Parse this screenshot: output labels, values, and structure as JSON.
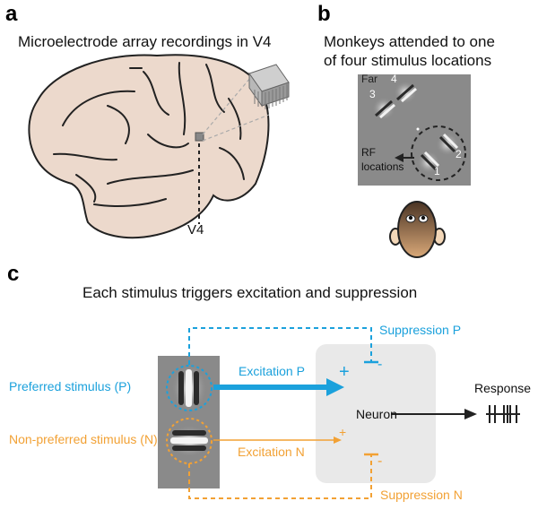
{
  "panel_a": {
    "letter": "a",
    "title": "Microelectrode array recordings in V4",
    "area_label": "V4"
  },
  "panel_b": {
    "letter": "b",
    "title_line1": "Monkeys attended to one",
    "title_line2": "of four stimulus locations",
    "far_label": "Far",
    "location_numbers": [
      "1",
      "2",
      "3",
      "4"
    ],
    "rf_label_line1": "RF",
    "rf_label_line2": "locations"
  },
  "panel_c": {
    "letter": "c",
    "title": "Each stimulus triggers excitation and suppression",
    "preferred_label": "Preferred stimulus (P)",
    "nonpreferred_label": "Non-preferred stimulus (N)",
    "excitation_p": "Excitation P",
    "excitation_n": "Excitation N",
    "suppression_p": "Suppression P",
    "suppression_n": "Suppression N",
    "plus_p": "+",
    "plus_n": "+",
    "minus_p": "-",
    "minus_n": "-",
    "neuron_label": "Neuron",
    "response_label": "Response"
  },
  "colors": {
    "preferred": "#1ba1dc",
    "nonpreferred": "#f2a134",
    "brain_fill": "#ecd9cc",
    "neuron_box": "#e9e9e9"
  }
}
